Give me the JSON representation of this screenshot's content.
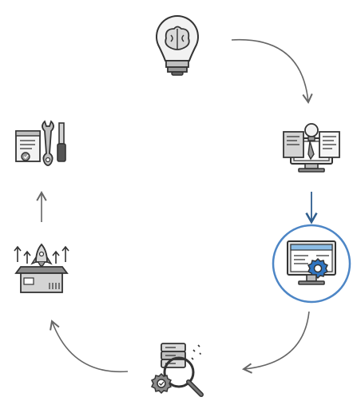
{
  "diagram": {
    "type": "cycle",
    "stages": [
      {
        "id": "idea",
        "icon": "lightbulb-brain-icon"
      },
      {
        "id": "design",
        "icon": "blueprint-monitor-icon"
      },
      {
        "id": "development",
        "icon": "web-monitor-gear-icon",
        "highlighted": true
      },
      {
        "id": "testing",
        "icon": "server-magnifier-gear-icon"
      },
      {
        "id": "launch",
        "icon": "rocket-box-icon"
      },
      {
        "id": "maintenance",
        "icon": "document-tools-icon"
      }
    ],
    "arrow_color": "#666666",
    "highlight_arrow_color": "#2f5e8e",
    "highlight_ring_color": "#4d86c6"
  }
}
